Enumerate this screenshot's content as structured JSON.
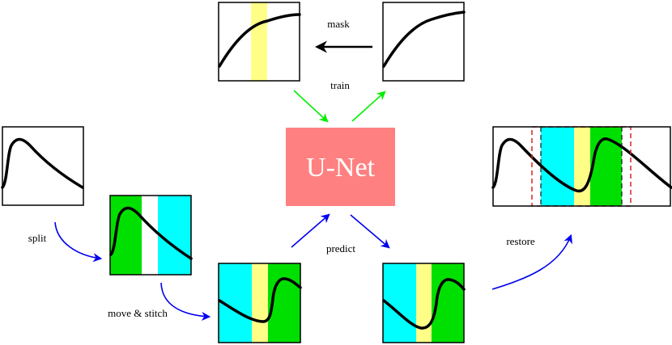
{
  "labels": {
    "mask": "mask",
    "train": "train",
    "unet": "U-Net",
    "split": "split",
    "move_stitch": "move & stitch",
    "predict": "predict",
    "restore": "restore"
  },
  "colors": {
    "green": "#00e000",
    "cyan": "#00ffff",
    "yellow": "#ffff88",
    "unet": "#ff8080",
    "green_arrow": "#00ee00",
    "blue_arrow": "#0000ee",
    "black_arrow": "#000000",
    "dashed": "#dd2222"
  }
}
